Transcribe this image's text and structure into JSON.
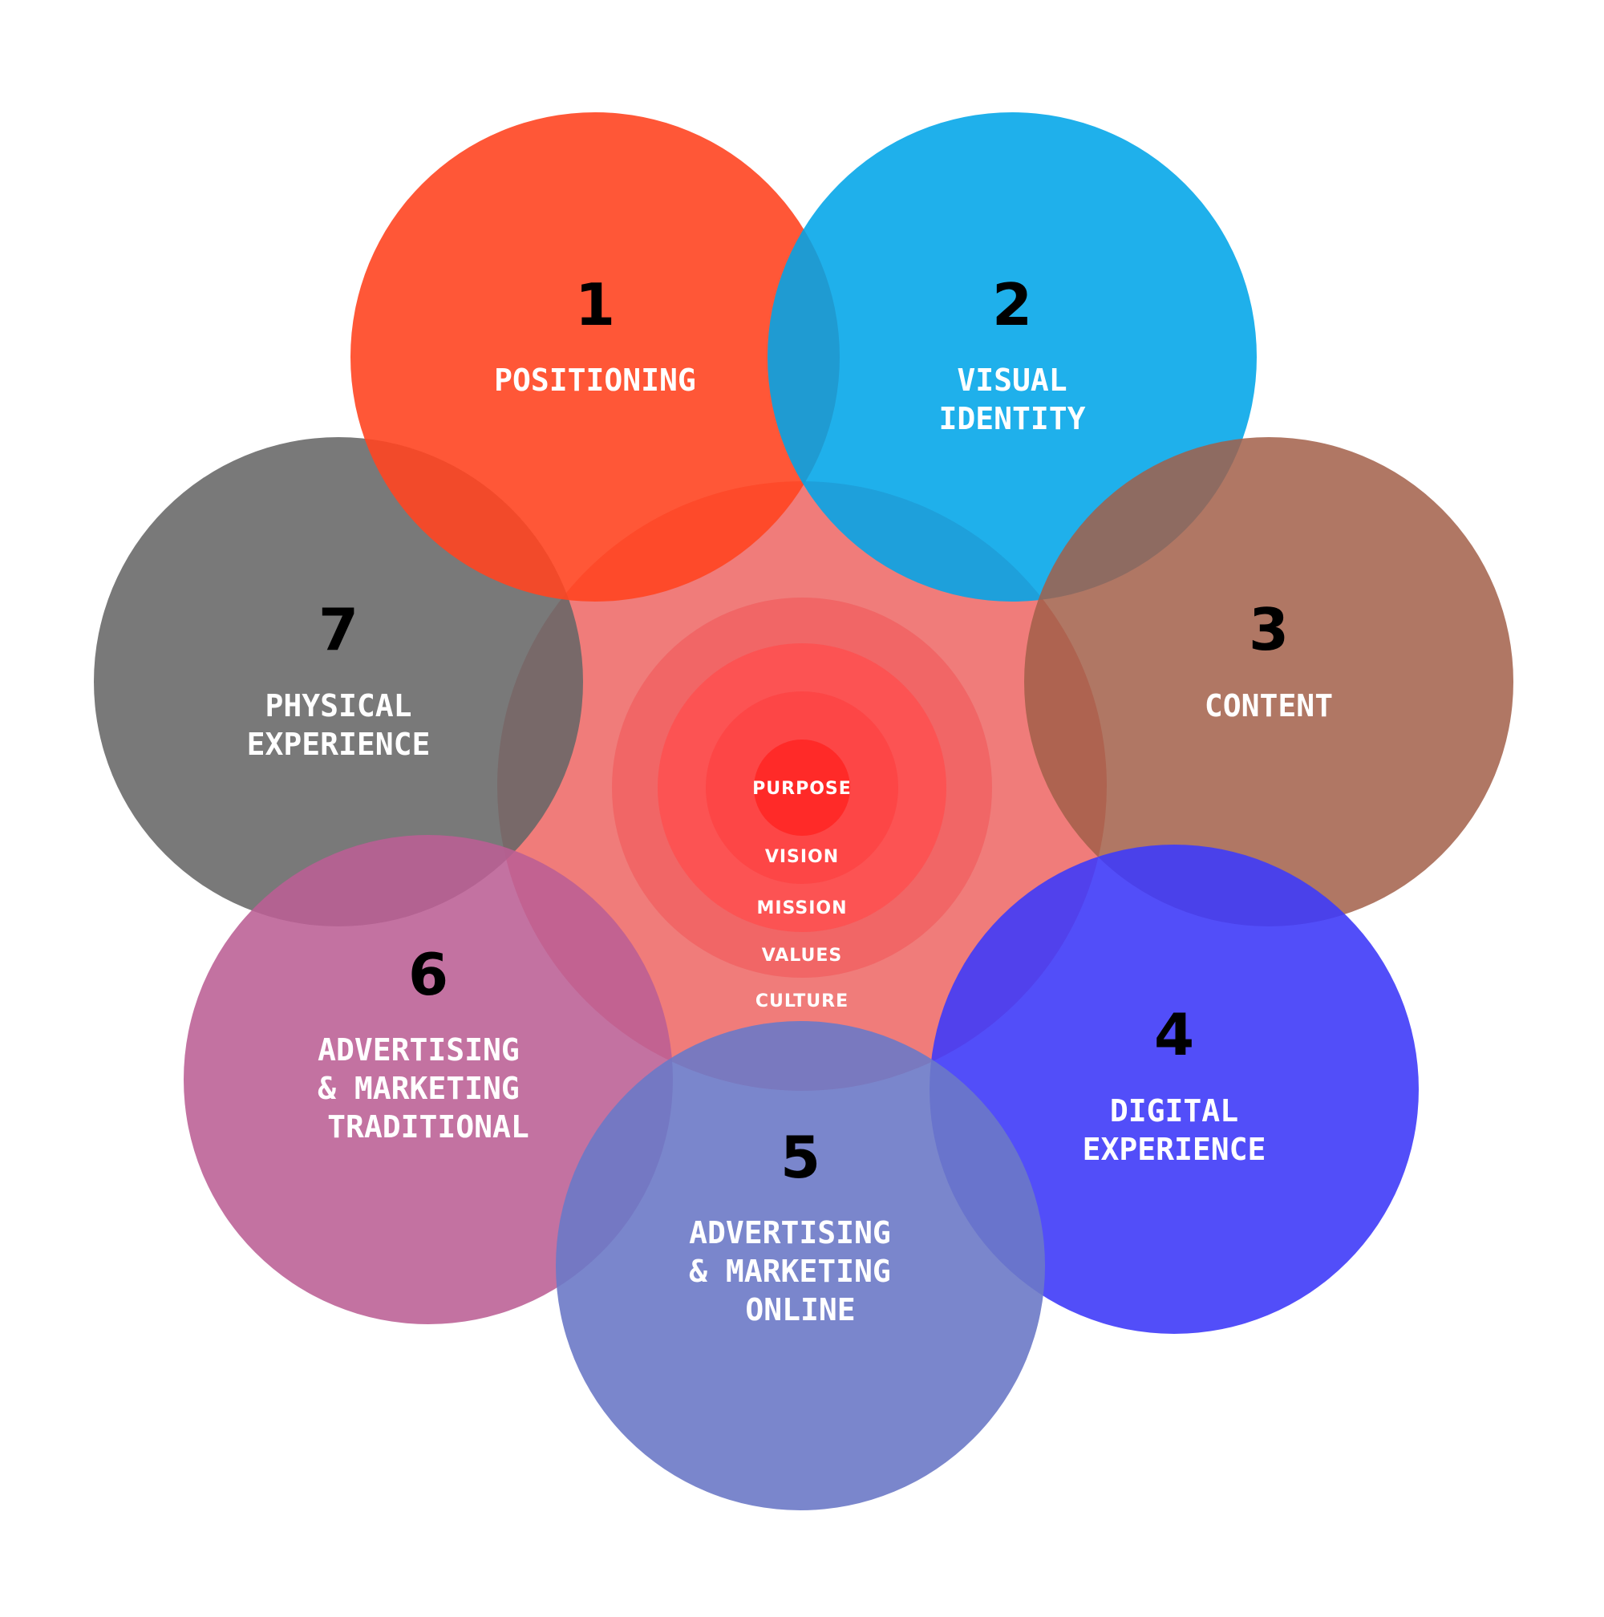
{
  "colors": {
    "positioning": "#ff4521",
    "visual_identity": "#00a5e8",
    "content": "#a25f49",
    "digital_experience": "#3f3bf8",
    "advertising_online": "#6c79c6",
    "advertising_traditional": "#bb5e94",
    "physical_experience": "#666666",
    "center_disc": "#ee6e6b",
    "ring_outer": "#f06565",
    "ring_mid": "#fe5050",
    "ring_inner": "#fd4545",
    "purpose_dot": "#ff2a28"
  },
  "core": {
    "purpose": "PURPOSE",
    "vision": "VISION",
    "mission": "MISSION",
    "values": "VALUES",
    "culture": "CULTURE"
  },
  "segments": [
    {
      "number": "1",
      "lines": [
        "POSITIONING"
      ]
    },
    {
      "number": "2",
      "lines": [
        "VISUAL",
        "IDENTITY"
      ]
    },
    {
      "number": "3",
      "lines": [
        "CONTENT"
      ]
    },
    {
      "number": "4",
      "lines": [
        "DIGITAL",
        "EXPERIENCE"
      ]
    },
    {
      "number": "5",
      "lines": [
        "ADVERTISING",
        "& MARKETING",
        "ONLINE"
      ]
    },
    {
      "number": "6",
      "lines": [
        "ADVERTISING",
        "& MARKETING",
        "TRADITIONAL"
      ]
    },
    {
      "number": "7",
      "lines": [
        "PHYSICAL",
        "EXPERIENCE"
      ]
    }
  ]
}
